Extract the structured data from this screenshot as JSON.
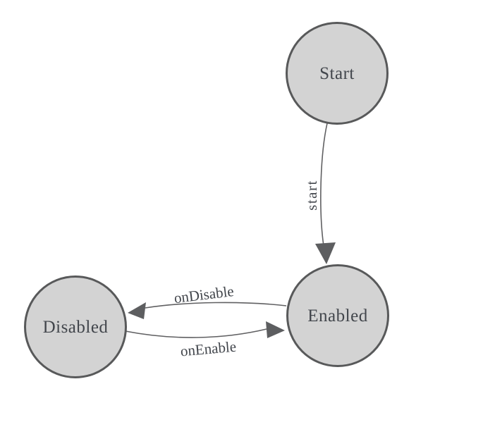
{
  "diagram": {
    "kind": "state-machine",
    "colors": {
      "background": "#ffffff",
      "node_fill": "#d3d3d3",
      "node_border": "#58595a",
      "edge_line": "#606062",
      "arrow_fill": "#5d5e60",
      "label_text": "#42464c"
    },
    "nodes": {
      "start": {
        "label": "Start"
      },
      "enabled": {
        "label": "Enabled"
      },
      "disabled": {
        "label": "Disabled"
      }
    },
    "edges": {
      "start_to_enabled": {
        "from": "Start",
        "to": "Enabled",
        "label": "start"
      },
      "enabled_to_disabled": {
        "from": "Enabled",
        "to": "Disabled",
        "label": "onDisable"
      },
      "disabled_to_enabled": {
        "from": "Disabled",
        "to": "Enabled",
        "label": "onEnable"
      }
    }
  }
}
